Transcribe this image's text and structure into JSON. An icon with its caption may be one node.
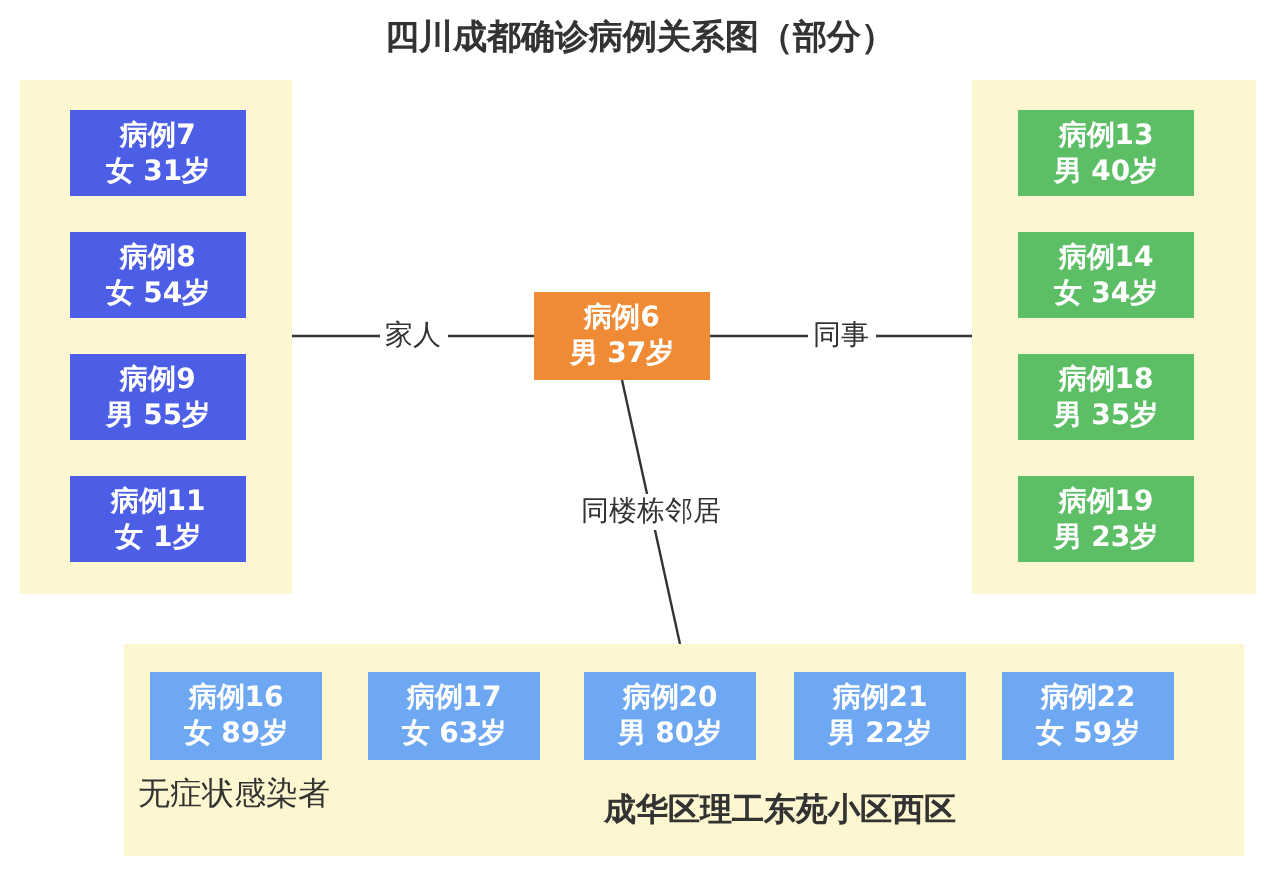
{
  "diagram": {
    "title": "四川成都确诊病例关系图（部分）",
    "nodes": [
      {
        "text": [],
        "shape": "box"
      },
      {
        "text": [
          "病例7",
          "女 31岁"
        ],
        "in": 0
      },
      {
        "text": [
          "病例8",
          "女 54岁"
        ],
        "in": 0
      },
      {
        "text": [
          "病例9",
          "男 55岁"
        ],
        "in": 0
      },
      {
        "text": [
          "病例11",
          "女 1岁"
        ],
        "in": 0
      },
      {
        "text": [
          "病例6",
          "男 37岁"
        ]
      },
      {
        "text": [],
        "shape": "box"
      },
      {
        "text": [
          "病例13",
          "男 40岁"
        ],
        "in": 6
      },
      {
        "text": [
          "病例14",
          "女 34岁"
        ],
        "in": 6
      },
      {
        "text": [
          "病例18",
          "男 35岁"
        ],
        "in": 6
      },
      {
        "text": [
          "病例19",
          "男 23岁"
        ],
        "in": 6
      },
      {
        "text": [
          "成华区理工东苑小区西区"
        ]
      },
      {
        "text": [
          "病例16",
          "女 89岁"
        ],
        "in": 11,
        "beside": [
          "无症状感染者"
        ]
      },
      {
        "text": [
          "病例17",
          "女 63岁"
        ],
        "in": 11
      },
      {
        "text": [
          "病例20",
          "男 80岁"
        ],
        "in": 11
      },
      {
        "text": [
          "病例21",
          "男 22岁"
        ],
        "in": 11
      },
      {
        "text": [
          "病例22",
          "女 59岁"
        ],
        "in": 11
      }
    ],
    "edges": [
      {
        "from": 0,
        "to": 5,
        "arrow": "none",
        "label": "家人"
      },
      {
        "from": 5,
        "to": 6,
        "arrow": "none",
        "label": "同事"
      },
      {
        "from": 5,
        "to": 11,
        "arrow": "none",
        "label": "同楼栋邻居"
      }
    ]
  }
}
